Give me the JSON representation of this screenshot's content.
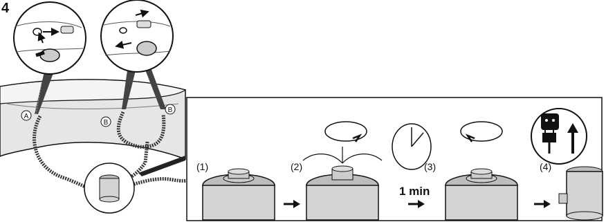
{
  "step_number": "4",
  "hose_labels": {
    "a": "A",
    "b_left": "B",
    "b_right": "B"
  },
  "sequence": {
    "steps": [
      "(1)",
      "(2)",
      "(3)",
      "(4)"
    ],
    "wait_text": "1 min"
  },
  "icons": [
    "arrow-right-icon",
    "clock-icon",
    "rotate-clockwise-icon",
    "rotate-counterclockwise-icon",
    "power-plug-icon",
    "arrow-up-icon"
  ],
  "colors": {
    "ink": "#111111",
    "pool_fill": "#e6e6e6",
    "pump_fill": "#d4d4d4",
    "lid_fill": "#bdbdbd",
    "hose": "#333333"
  }
}
